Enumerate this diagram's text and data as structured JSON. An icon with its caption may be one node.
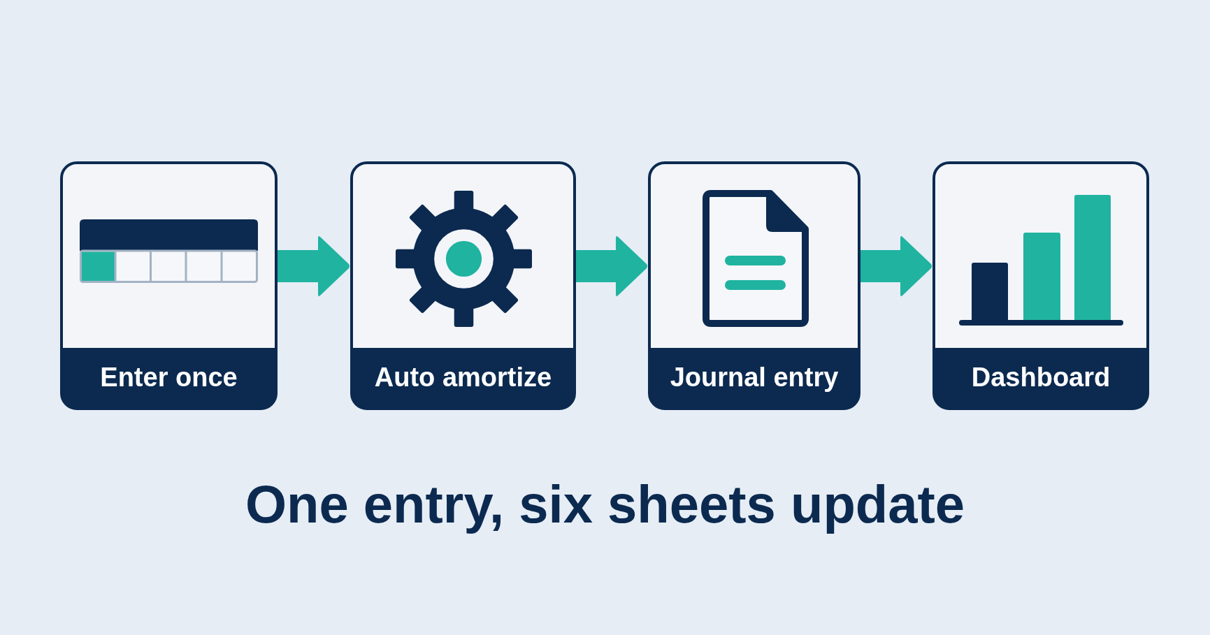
{
  "diagram": {
    "title": "One entry, six sheets update",
    "nodes": [
      {
        "text": [
          "Enter once"
        ]
      },
      {
        "text": [
          "Auto amortize"
        ]
      },
      {
        "text": [
          "Journal entry"
        ]
      },
      {
        "text": [
          "Dashboard"
        ]
      }
    ],
    "edges": [
      {
        "from": 0,
        "to": 1,
        "arrow": "to"
      },
      {
        "from": 1,
        "to": 2,
        "arrow": "to"
      },
      {
        "from": 2,
        "to": 3,
        "arrow": "to"
      }
    ]
  }
}
